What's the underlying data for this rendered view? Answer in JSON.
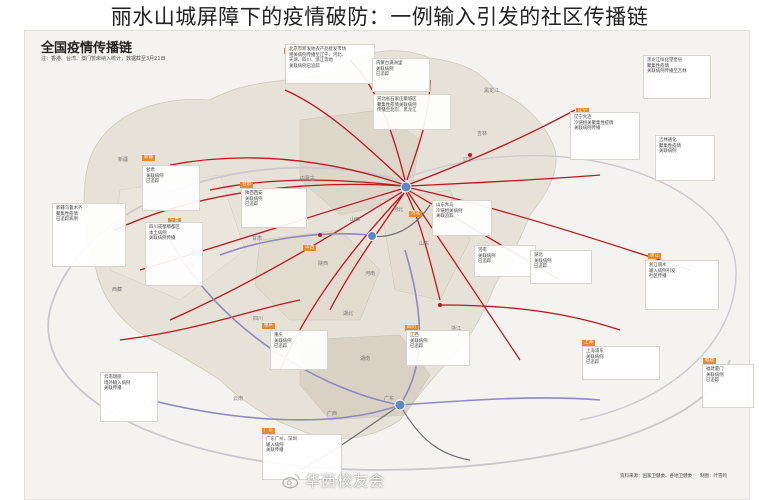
{
  "page_title": "丽水山城屏障下的疫情破防：一例输入引发的社区传播链",
  "poster": {
    "title": "全国疫情传播链",
    "subtitle": "注：香港、台湾、澳门暂未纳入统计，数据截至3月21日"
  },
  "provinces": [
    {
      "id": "xinjiang",
      "label": "新疆"
    },
    {
      "id": "xizang",
      "label": "西藏"
    },
    {
      "id": "qinghai",
      "label": "青海"
    },
    {
      "id": "gansu",
      "label": "甘肃"
    },
    {
      "id": "neimenggu",
      "label": "内蒙古"
    },
    {
      "id": "heilongjiang",
      "label": "黑龙江"
    },
    {
      "id": "jilin",
      "label": "吉林"
    },
    {
      "id": "liaoning",
      "label": "辽宁"
    },
    {
      "id": "hebei",
      "label": "河北"
    },
    {
      "id": "shanxi",
      "label": "山西"
    },
    {
      "id": "shaanxi",
      "label": "陕西"
    },
    {
      "id": "henan",
      "label": "河南"
    },
    {
      "id": "shandong",
      "label": "山东"
    },
    {
      "id": "sichuan",
      "label": "四川"
    },
    {
      "id": "hubei",
      "label": "湖北"
    },
    {
      "id": "hunan",
      "label": "湖南"
    },
    {
      "id": "jiangxi",
      "label": "江西"
    },
    {
      "id": "zhejiang",
      "label": "浙江"
    },
    {
      "id": "guangxi",
      "label": "广西"
    },
    {
      "id": "yunnan",
      "label": "云南"
    },
    {
      "id": "guangdong",
      "label": "广东"
    }
  ],
  "tags": [
    {
      "id": "t-xinjiang",
      "label": "新疆"
    },
    {
      "id": "t-gansu",
      "label": "甘肃"
    },
    {
      "id": "t-ningxia",
      "label": "宁夏"
    },
    {
      "id": "t-shanxi",
      "label": "山西"
    },
    {
      "id": "t-chongqing",
      "label": "重庆"
    },
    {
      "id": "t-sichuan",
      "label": "四川"
    },
    {
      "id": "t-liaoning",
      "label": "辽宁"
    },
    {
      "id": "t-shanghai",
      "label": "上海"
    },
    {
      "id": "t-guangdong",
      "label": "广东"
    },
    {
      "id": "t-zhejiang",
      "label": "浙江"
    },
    {
      "id": "t-fujian",
      "label": "福建"
    },
    {
      "id": "t-neimenggu",
      "label": "内蒙古"
    },
    {
      "id": "t-hebei",
      "label": "河北"
    }
  ],
  "notes": [
    {
      "id": "n1",
      "text": "北京市新发地农产品批发市场\n相关病例传播至辽宁、河北、\n天津、四川、浙江等地\n关联病例已追踪"
    },
    {
      "id": "n2",
      "text": "河北省石家庄藁城区\n聚集性疫情关联病例\n传播至北京、黑龙江"
    },
    {
      "id": "n3",
      "text": "黑龙江绥化望奎县\n聚集性疫情\n关联病例传播至吉林"
    },
    {
      "id": "n4",
      "text": "辽宁大连\n冷链相关聚集性疫情\n关联病例传播"
    },
    {
      "id": "n5",
      "text": "吉林通化\n聚集性疫情\n关联病例"
    },
    {
      "id": "n6",
      "text": "新疆乌鲁木齐\n聚集性疫情\n已追踪病例"
    },
    {
      "id": "n7",
      "text": "甘肃\n关联病例\n已追踪"
    },
    {
      "id": "n8",
      "text": "四川成都郫都区\n本土病例\n关联病例传播"
    },
    {
      "id": "n9",
      "text": "山东青岛\n冷链相关病例\n关联追踪"
    },
    {
      "id": "n10",
      "text": "上海浦东\n关联病例\n已追踪"
    },
    {
      "id": "n11",
      "text": "广东广州、深圳\n输入病例\n关联传播"
    },
    {
      "id": "n12",
      "text": "浙江丽水\n输入病例引发\n社区传播"
    },
    {
      "id": "n13",
      "text": "福建厦门\n关联病例\n已追踪"
    },
    {
      "id": "n14",
      "text": "云南瑞丽\n境外输入病例\n关联传播"
    },
    {
      "id": "n15",
      "text": "内蒙古满洲里\n关联病例\n已追踪"
    },
    {
      "id": "n16",
      "text": "河南\n关联病例\n已追踪"
    },
    {
      "id": "n17",
      "text": "湖北\n关联病例\n已追踪"
    },
    {
      "id": "n18",
      "text": "重庆\n关联病例\n已追踪"
    },
    {
      "id": "n19",
      "text": "陕西西安\n关联病例\n已追踪"
    },
    {
      "id": "n20",
      "text": "江西\n关联病例\n已追踪"
    }
  ],
  "credits": {
    "data_source": "资料来源：国家卫健委、各地卫健委",
    "design": "制图：叶雪鸣"
  },
  "watermark": "华西校友会",
  "colors": {
    "red_arrow": "#c0161e",
    "purple_arrow": "#8c89c4",
    "grey_arrow": "#6f6e74",
    "region_fill": "#e7e2d8",
    "hub_dot": "#5b87c2",
    "tag": "#e48a2c"
  }
}
